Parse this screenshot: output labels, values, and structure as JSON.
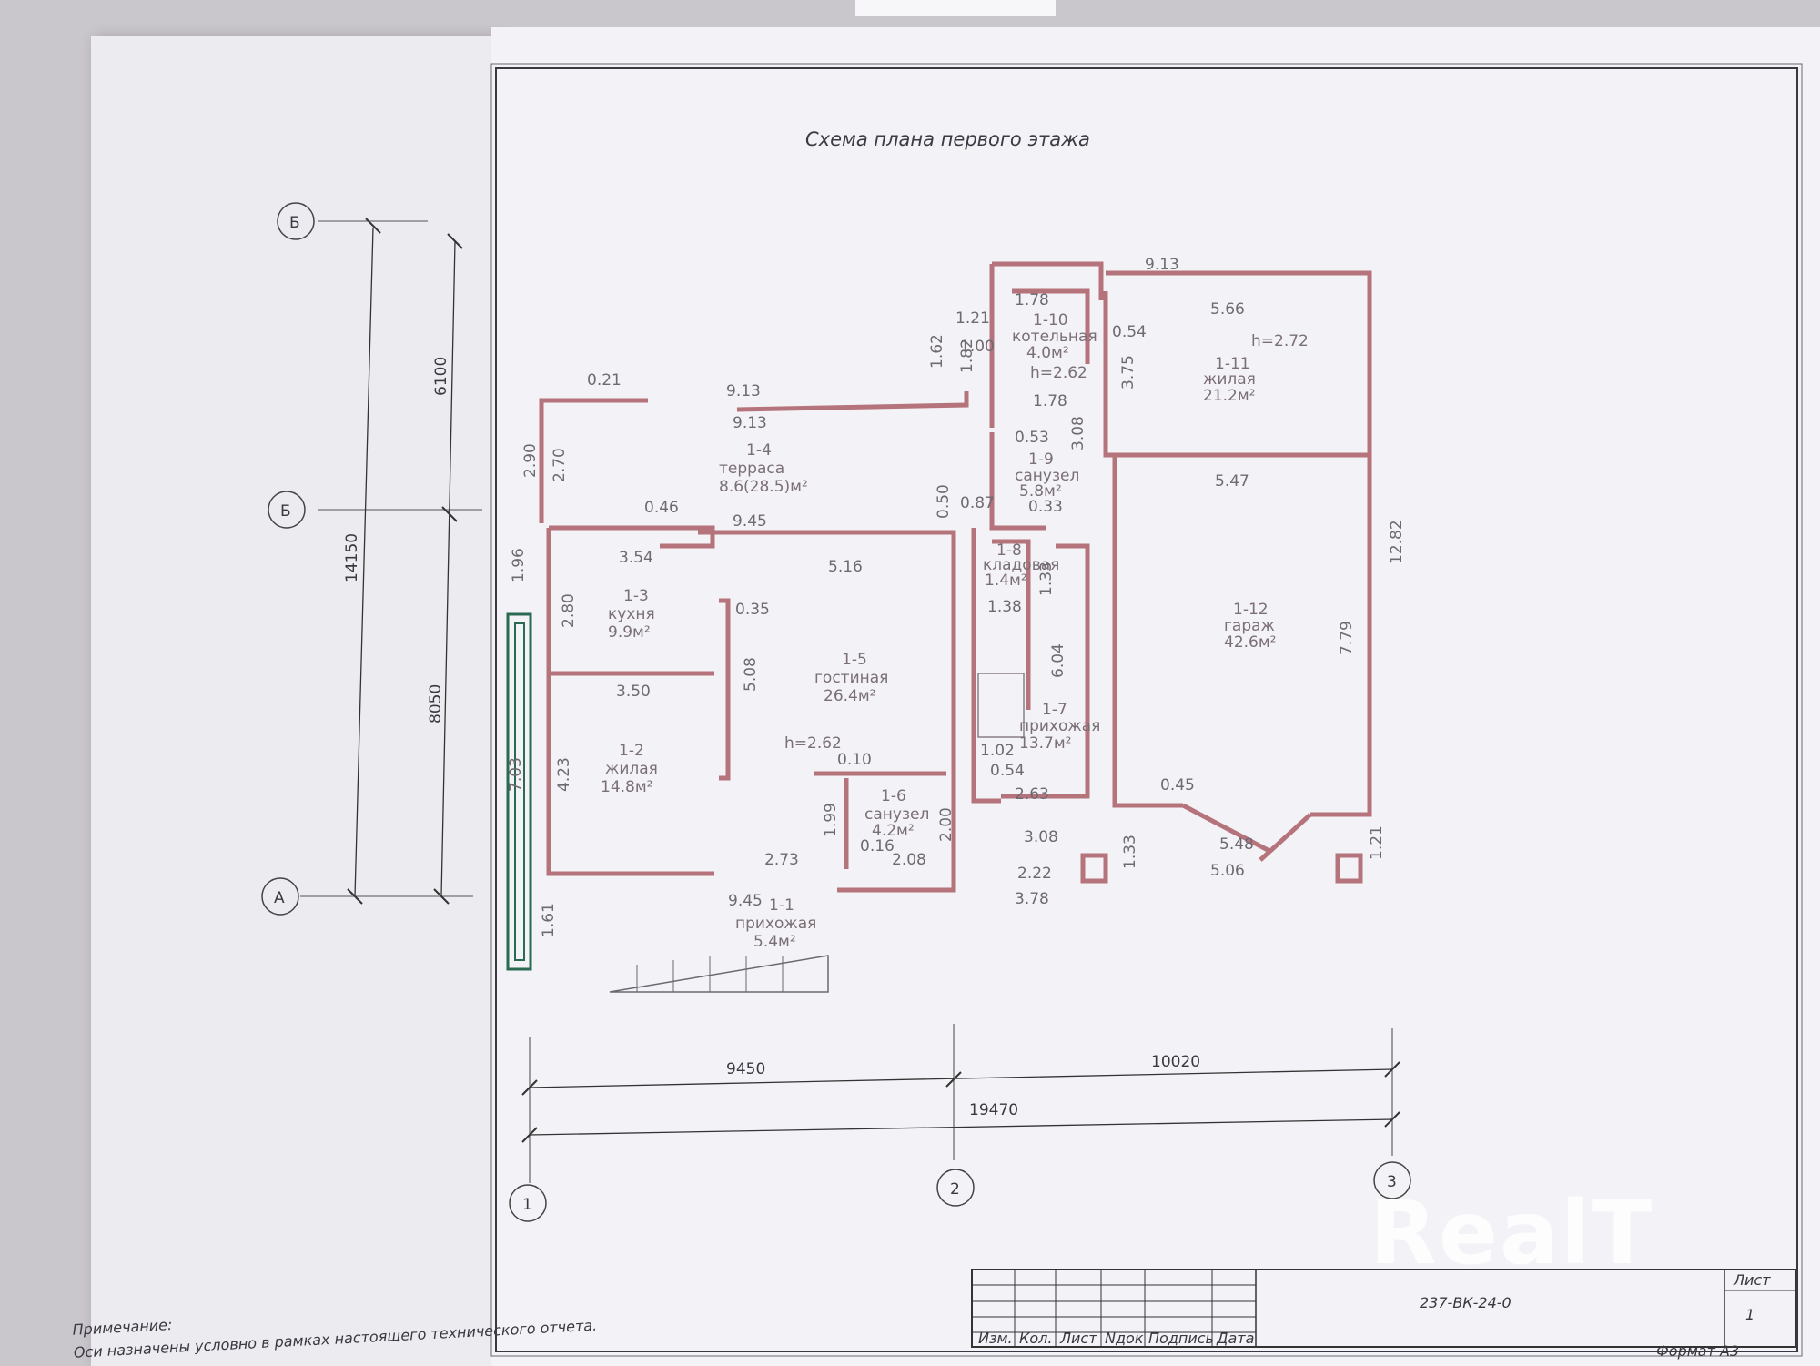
{
  "title": "Схема плана первого этажа",
  "axes": {
    "rows": [
      "Б",
      "Б",
      "А"
    ],
    "cols": [
      "1",
      "2",
      "3"
    ]
  },
  "vertical_dims": [
    "14150",
    "6100",
    "8050"
  ],
  "horizontal_dims": [
    "9450",
    "10020",
    "19470"
  ],
  "rooms": [
    {
      "num": "1-1",
      "name": "прихожая",
      "area": "5.4м²"
    },
    {
      "num": "1-2",
      "name": "жилая",
      "area": "14.8м²"
    },
    {
      "num": "1-3",
      "name": "кухня",
      "area": "9.9м²"
    },
    {
      "num": "1-4",
      "name": "терраса",
      "area": "8.6(28.5)м²"
    },
    {
      "num": "1-5",
      "name": "гостиная",
      "area": "26.4м²"
    },
    {
      "num": "1-6",
      "name": "санузел",
      "area": "4.2м²"
    },
    {
      "num": "1-7",
      "name": "прихожая",
      "area": "13.7м²"
    },
    {
      "num": "1-8",
      "name": "кладовая",
      "area": "1.4м²"
    },
    {
      "num": "1-9",
      "name": "санузел",
      "area": "5.8м²"
    },
    {
      "num": "1-10",
      "name": "котельная",
      "area": "4.0м²"
    },
    {
      "num": "1-11",
      "name": "жилая",
      "area": "21.2м²"
    },
    {
      "num": "1-12",
      "name": "гараж",
      "area": "42.6м²"
    }
  ],
  "heights": [
    "h=2.62",
    "h=2.62",
    "h=2.72"
  ],
  "dimensions": [
    "9.13",
    "9.13",
    "9.13",
    "0.21",
    "2.90",
    "2.70",
    "1.96",
    "2.80",
    "4.23",
    "7.03",
    "1.61",
    "0.46",
    "3.54",
    "3.50",
    "9.45",
    "9.45",
    "5.16",
    "0.35",
    "5.08",
    "0.10",
    "1.99",
    "2.73",
    "0.16",
    "2.08",
    "0.50",
    "0.87",
    "2.00",
    "2.22",
    "3.78",
    "1.21",
    "1.62",
    "1.82",
    "1.00",
    "1.78",
    "1.78",
    "0.54",
    "3.75",
    "3.08",
    "0.53",
    "0.33",
    "1.33",
    "1.38",
    "6.04",
    "1.02",
    "0.54",
    "2.63",
    "3.08",
    "5.66",
    "5.47",
    "0.45",
    "5.48",
    "5.06",
    "1.33",
    "12.82",
    "7.79",
    "1.21"
  ],
  "stamp": {
    "code": "237-ВК-24-0",
    "sheet_label": "Лист",
    "sheet_num": "1",
    "format": "Формат А3",
    "cols": [
      "Изм.",
      "Кол.",
      "Лист",
      "Nдок",
      "Подпись",
      "Дата"
    ]
  },
  "note": {
    "title": "Примечание:",
    "text": "Оси назначены условно в рамках настоящего технического отчета."
  },
  "watermark": "RealT"
}
